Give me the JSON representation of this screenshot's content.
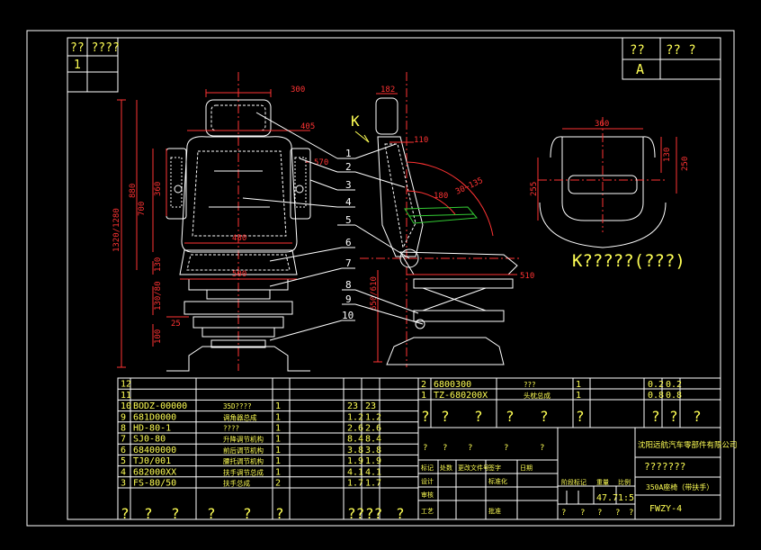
{
  "colors": {
    "background": "#000000",
    "frame": "#ffffff",
    "part_lines": "#ffffff",
    "dims": "#ff3333",
    "center_lines": "#ff3333",
    "leaders": "#ffffff",
    "callout_text": "#ffffff",
    "green": "#33cc33",
    "table_text": "#ffff55",
    "table_lines": "#ffffff",
    "k_label": "#ffff55"
  },
  "top_left_box": {
    "header": "?? ????",
    "value": "1"
  },
  "top_right_box": {
    "header_1": "??",
    "header_2": "?? ?",
    "value": "A"
  },
  "dimensions": {
    "front": [
      "300",
      "405",
      "570",
      "360",
      "480",
      "500",
      "130",
      "700",
      "880",
      "1320/1280",
      "130/80",
      "25",
      "100"
    ],
    "side": [
      "182",
      "110",
      "180",
      "30~135",
      "510",
      "650/610"
    ],
    "detail": [
      "360",
      "130",
      "250",
      "255"
    ]
  },
  "callouts": [
    "1",
    "2",
    "3",
    "4",
    "5",
    "6",
    "7",
    "8",
    "9",
    "10"
  ],
  "view_k": {
    "arrow_label": "K",
    "caption": "K?????(???)"
  },
  "bom_left": {
    "rows": [
      {
        "no": "12",
        "code": "",
        "name": "",
        "qty": "",
        "w1": "",
        "w2": "",
        "note": ""
      },
      {
        "no": "11",
        "code": "",
        "name": "",
        "qty": "",
        "w1": "",
        "w2": "",
        "note": ""
      },
      {
        "no": "10",
        "code": "BODZ-00000",
        "name": "35D????",
        "qty": "1",
        "w1": "23",
        "w2": "23",
        "note": ""
      },
      {
        "no": "9",
        "code": "681D0000",
        "name": "调角器总成",
        "qty": "1",
        "w1": "1.2",
        "w2": "1.2",
        "note": ""
      },
      {
        "no": "8",
        "code": "HD-80-1",
        "name": "????",
        "qty": "1",
        "w1": "2.6",
        "w2": "2.6",
        "note": ""
      },
      {
        "no": "7",
        "code": "SJ0-80",
        "name": "升降调节机构",
        "qty": "1",
        "w1": "8.4",
        "w2": "8.4",
        "note": ""
      },
      {
        "no": "6",
        "code": "68400000",
        "name": "前后调节机构",
        "qty": "1",
        "w1": "3.8",
        "w2": "3.8",
        "note": ""
      },
      {
        "no": "5",
        "code": "TJ0/001",
        "name": "腰托调节机构",
        "qty": "1",
        "w1": "1.9",
        "w2": "1.9",
        "note": ""
      },
      {
        "no": "4",
        "code": "682000XX",
        "name": "扶手调节总成",
        "qty": "1",
        "w1": "4.1",
        "w2": "4.1",
        "note": ""
      },
      {
        "no": "3",
        "code": "FS-80/50",
        "name": "扶手总成",
        "qty": "2",
        "w1": "1.7",
        "w2": "1.7",
        "note": ""
      }
    ],
    "footer": [
      "?",
      "?",
      "?",
      "?",
      "?",
      "?",
      "??",
      "??",
      "?"
    ]
  },
  "bom_right": {
    "rows": [
      {
        "no": "2",
        "code": "6800300",
        "name": "???",
        "qty": "1",
        "w1": "0.2",
        "w2": "0.2"
      },
      {
        "no": "1",
        "code": "TZ-680200X",
        "name": "头枕总成",
        "qty": "1",
        "w1": "0.8",
        "w2": "0.8"
      }
    ],
    "header": [
      "?",
      "?",
      "?",
      "?",
      "?",
      "?",
      "?",
      "?",
      "?"
    ]
  },
  "title_block": {
    "company": "沈阳远航汽车零部件有限公司",
    "drawing_name": "???????",
    "product": "350A座椅（带扶手）",
    "drawing_no": "FWZY-4",
    "weight": "47.7",
    "scale": "1:5",
    "labels_left": [
      "标记",
      "处数",
      "更改文件号",
      "签字",
      "日期",
      "设计",
      "标准化",
      "审核",
      "工艺",
      "批准"
    ],
    "labels_mid": [
      "阶段标记",
      "重量",
      "比例"
    ],
    "bottom_q": [
      "?",
      "?",
      "?",
      "?",
      "?"
    ],
    "mid_q": [
      "?",
      "?",
      "?",
      "?",
      "?"
    ]
  }
}
